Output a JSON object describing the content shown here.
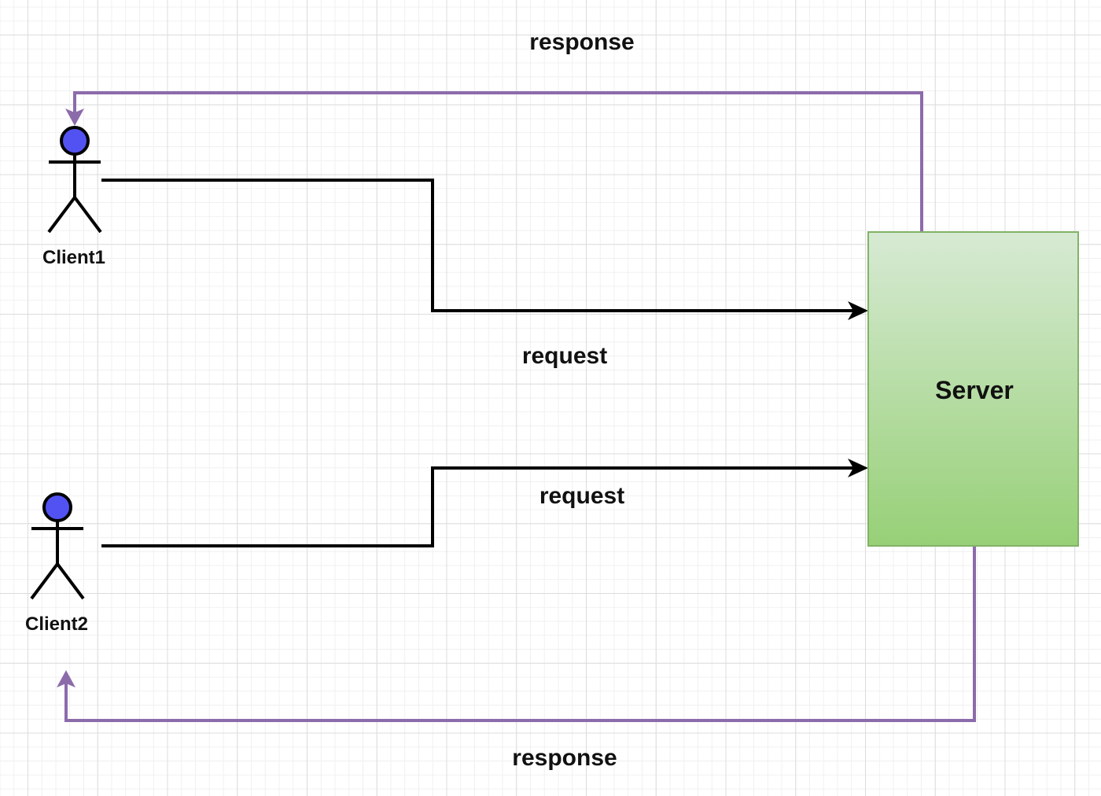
{
  "colors": {
    "request_line": "#000000",
    "response_line": "#8c6bab",
    "actor_head": "#5252f2",
    "server_fill_top": "#d7ead4",
    "server_fill_bottom": "#97d077",
    "server_border": "#82b366"
  },
  "nodes": {
    "client1": {
      "label": "Client1"
    },
    "client2": {
      "label": "Client2"
    },
    "server": {
      "label": "Server"
    }
  },
  "edges": {
    "client1_request": {
      "label": "request"
    },
    "client2_request": {
      "label": "request"
    },
    "server_response_client1": {
      "label": "response"
    },
    "server_response_client2": {
      "label": "response"
    }
  }
}
